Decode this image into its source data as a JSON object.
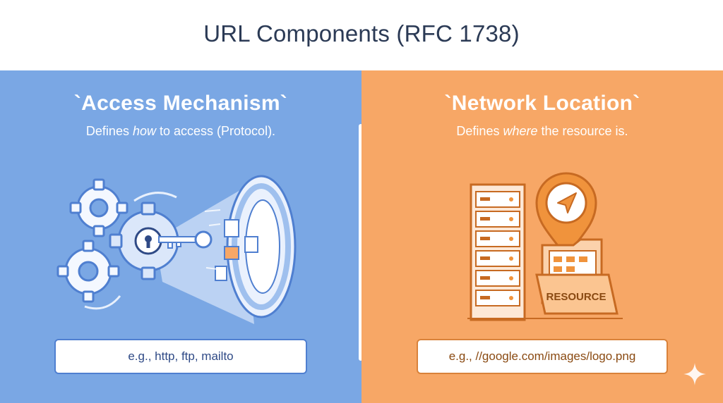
{
  "title": "URL Components (RFC 1738)",
  "left": {
    "heading": "`Access Mechanism`",
    "sub_before": "Defines ",
    "sub_em": "how",
    "sub_after": " to access (Protocol).",
    "example": "e.g., http, ftp, mailto",
    "color": "#7aa7e4"
  },
  "right": {
    "heading": "`Network Location`",
    "sub_before": "Defines ",
    "sub_em": "where",
    "sub_after": " the resource is.",
    "example": "e.g., //google.com/images/logo.png",
    "folder_label": "RESOURCE",
    "color": "#f7a766"
  },
  "icons": {
    "left": [
      "gear-icon",
      "key-icon",
      "portal-icon",
      "document-icon"
    ],
    "right": [
      "server-icon",
      "location-pin-icon",
      "folder-icon"
    ]
  }
}
